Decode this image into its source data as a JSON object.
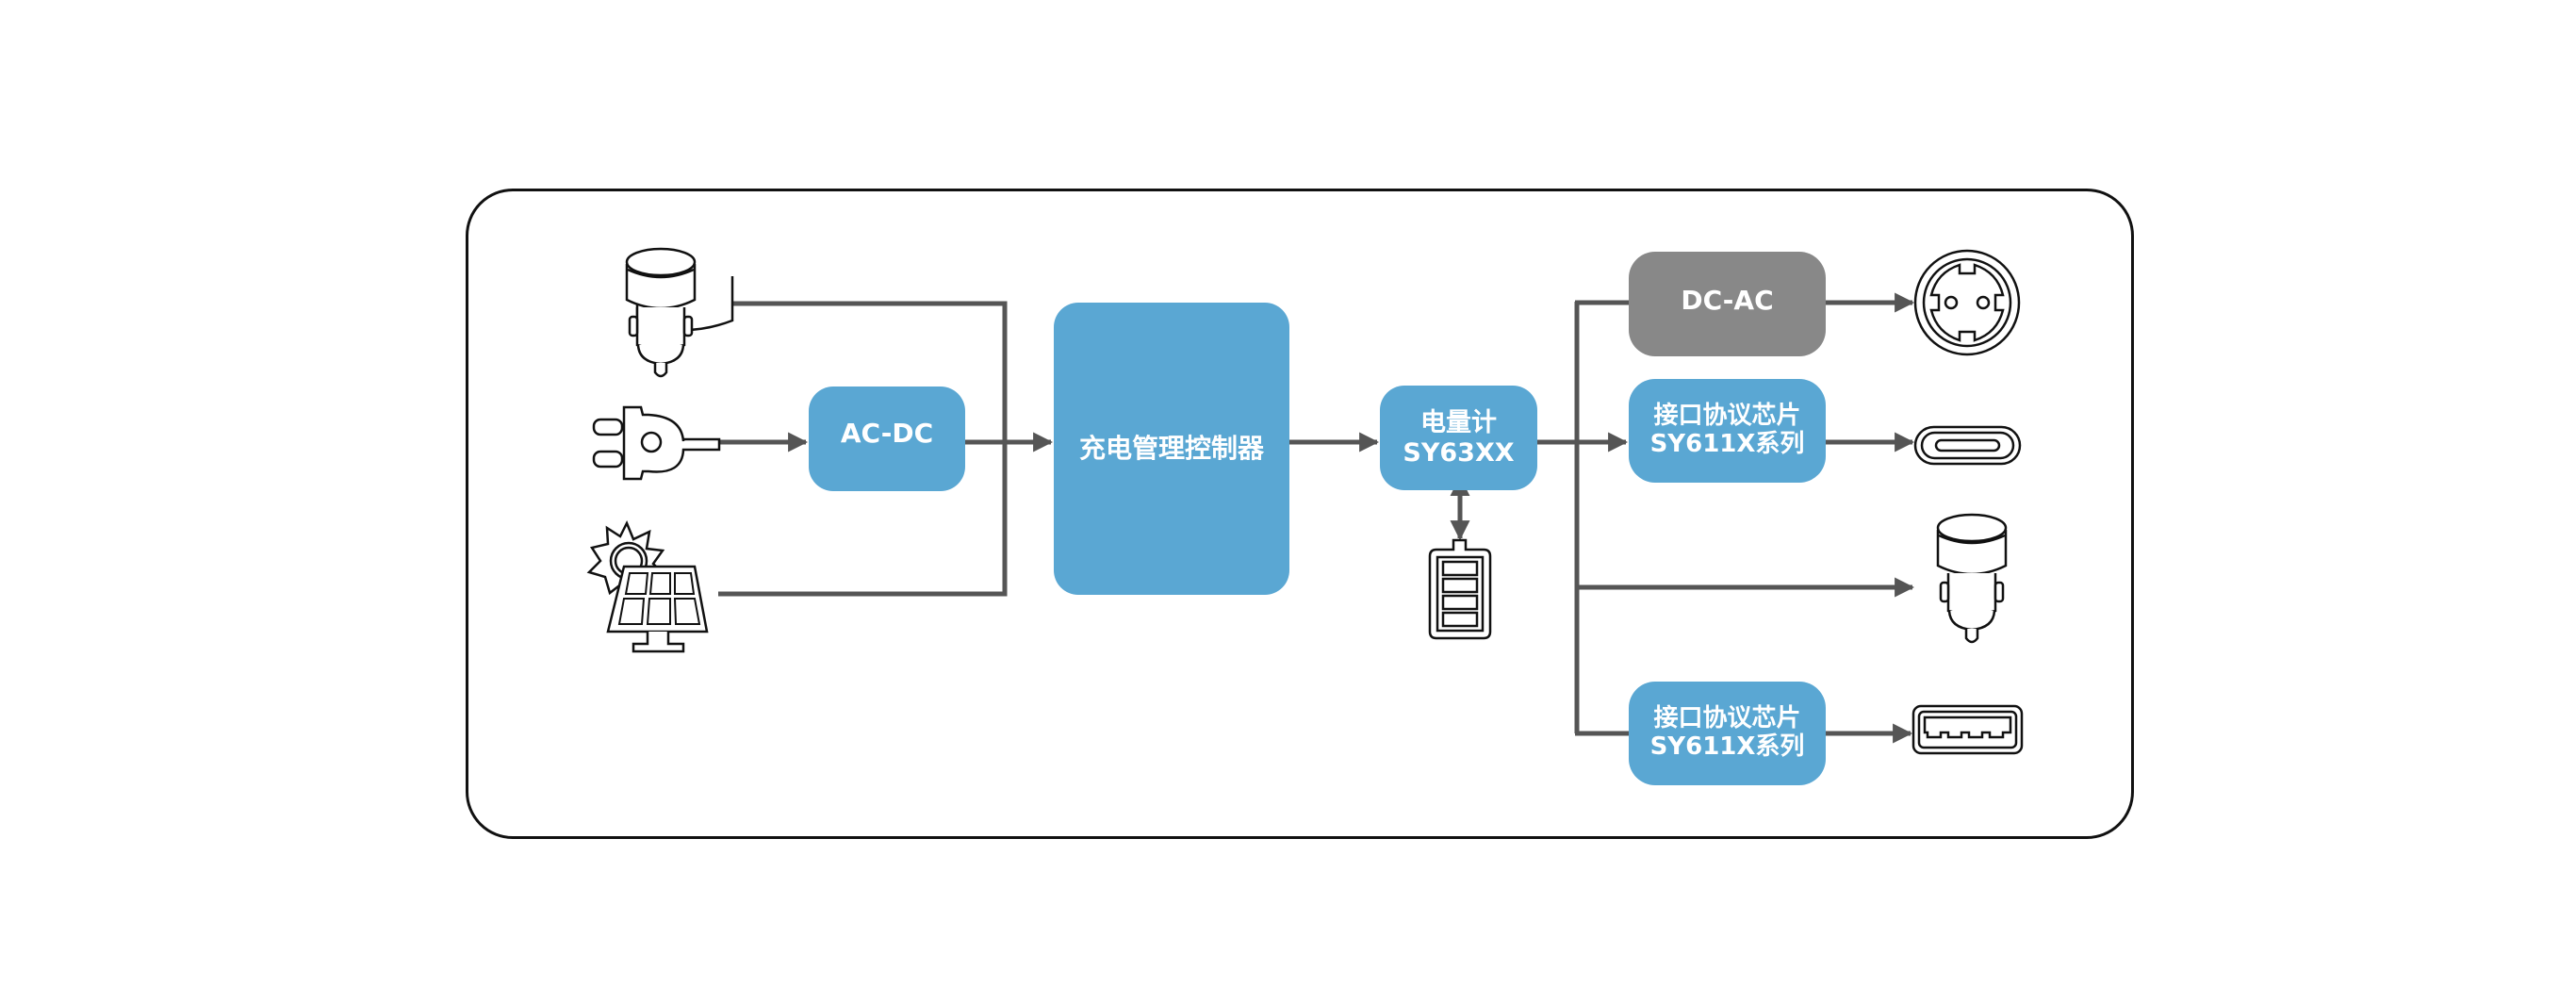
{
  "diagram": {
    "title": "Portable power station charging architecture",
    "colors": {
      "block_blue": "#5aa7d3",
      "block_gray": "#888888",
      "connector": "#555555",
      "outline": "#111111"
    },
    "inputs": [
      {
        "id": "car-charger-input",
        "icon": "car-charger-icon",
        "label": "Car charger"
      },
      {
        "id": "ac-plug-input",
        "icon": "ac-plug-icon",
        "label": "AC plug"
      },
      {
        "id": "solar-input",
        "icon": "solar-panel-icon",
        "label": "Solar panel"
      }
    ],
    "blocks": {
      "ac_dc": {
        "lines": [
          "AC-DC"
        ]
      },
      "controller": {
        "lines": [
          "充电管理控制器"
        ]
      },
      "gauge": {
        "lines": [
          "电量计",
          "SY63XX"
        ]
      },
      "dc_ac": {
        "lines": [
          "DC-AC"
        ]
      },
      "protocol_1": {
        "lines": [
          "接口协议芯片",
          "SY611X系列"
        ]
      },
      "protocol_2": {
        "lines": [
          "接口协议芯片",
          "SY611X系列"
        ]
      }
    },
    "battery": {
      "icon": "battery-icon",
      "cells": 4
    },
    "outputs": [
      {
        "id": "ac-socket-output",
        "icon": "ac-socket-icon",
        "via": "DC-AC"
      },
      {
        "id": "usb-c-output",
        "icon": "usb-c-port-icon",
        "via": "SY611X系列"
      },
      {
        "id": "car-charger-output",
        "icon": "car-charger-icon",
        "via": "direct"
      },
      {
        "id": "usb-a-output",
        "icon": "usb-a-port-icon",
        "via": "SY611X系列"
      }
    ]
  }
}
